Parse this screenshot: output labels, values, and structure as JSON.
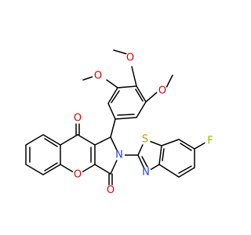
{
  "atoms": {
    "O_carbonyl_top": {
      "symbol": "O",
      "color": "#e00000"
    },
    "O_ring": {
      "symbol": "O",
      "color": "#e00000"
    },
    "O_carbonyl_bottom": {
      "symbol": "O",
      "color": "#e00000"
    },
    "N_imide": {
      "symbol": "N",
      "color": "#1f3bff"
    },
    "N_thiazole": {
      "symbol": "N",
      "color": "#1f3bff"
    },
    "S_thiazole": {
      "symbol": "S",
      "color": "#b8a200"
    },
    "F": {
      "symbol": "F",
      "color": "#90c000"
    },
    "O_methoxy_left": {
      "symbol": "O",
      "color": "#e00000"
    },
    "O_methoxy_top": {
      "symbol": "O",
      "color": "#e00000"
    },
    "O_methoxy_right": {
      "symbol": "O",
      "color": "#e00000"
    }
  }
}
